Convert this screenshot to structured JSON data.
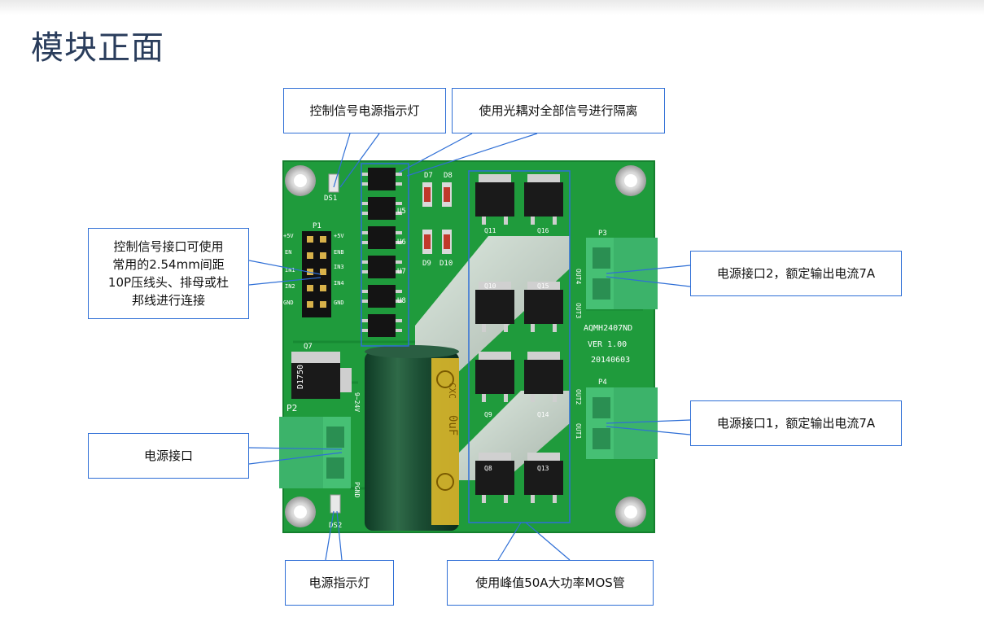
{
  "page": {
    "title": "模块正面"
  },
  "callouts": {
    "power_signal_led": "控制信号电源指示灯",
    "optocoupler": "使用光耦对全部信号进行隔离",
    "control_interface": [
      "控制信号接口可使用",
      "常用的2.54mm间距",
      "10P压线头、排母或杜",
      "邦线进行连接"
    ],
    "power_port2": "电源接口2，额定输出电流7A",
    "power_port1": "电源接口1，额定输出电流7A",
    "power_interface": "电源接口",
    "power_led": "电源指示灯",
    "mosfet": "使用峰值50A大功率MOS管"
  },
  "board": {
    "model": "AQMH2407ND",
    "version": "VER 1.00",
    "date": "20140603",
    "labels": {
      "p1": "P1",
      "p2": "P2",
      "p3": "P3",
      "p4": "P4",
      "ds1": "DS1",
      "ds2": "DS2",
      "q7": "Q7",
      "d7": "D7",
      "d8": "D8",
      "d9": "D9",
      "d10": "D10",
      "u5": "U5",
      "u6": "U6",
      "u7": "U7",
      "u8": "U8",
      "q11": "Q11",
      "q16": "Q16",
      "q10": "Q10",
      "q15": "Q15",
      "q9": "Q9",
      "q14": "Q14",
      "q8": "Q8",
      "q13": "Q13",
      "pin_5v_l": "+5V",
      "pin_5v_r": "+5V",
      "en_l": "EN",
      "enb": "ENB",
      "in1": "IN1",
      "in2": "IN2",
      "in3": "IN3",
      "in4": "IN4",
      "gnd_l": "GND",
      "gnd_r": "GND",
      "out1": "OUT1",
      "out2": "OUT2",
      "out3": "OUT3",
      "out4": "OUT4",
      "vin": "9~24V",
      "pgnd": "PGND",
      "reg": "D1750",
      "cap_brand": "CXC",
      "cap_value": "0uF"
    }
  },
  "colors": {
    "pcb": "#1f9b3c",
    "pcb_dark": "#147a2c",
    "terminal": "#3cb36a",
    "callout_border": "#2f6fd6",
    "title": "#2a3d5c"
  }
}
